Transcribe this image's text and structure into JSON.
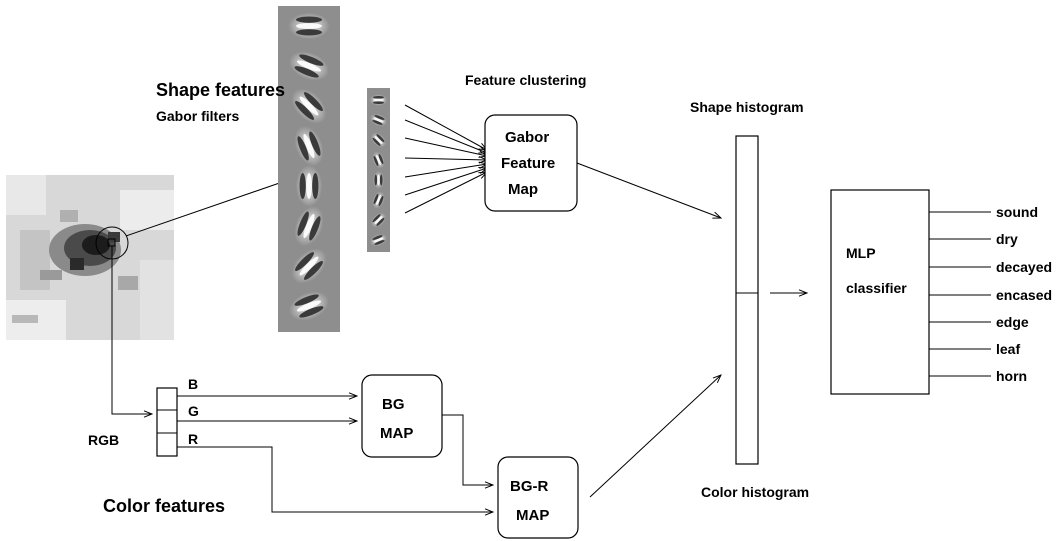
{
  "labels": {
    "shape_features": "Shape features",
    "gabor_filters": "Gabor filters",
    "feature_clustering": "Feature clustering",
    "shape_histogram": "Shape histogram",
    "color_histogram": "Color histogram",
    "color_features": "Color features",
    "rgb": "RGB",
    "channel_b": "B",
    "channel_g": "G",
    "channel_r": "R"
  },
  "gabor_map": {
    "line1": "Gabor",
    "line2": "Feature",
    "line3": "Map"
  },
  "bg_map": {
    "line1": "BG",
    "line2": "MAP"
  },
  "bgr_map": {
    "line1": "BG-R",
    "line2": "MAP"
  },
  "mlp": {
    "line1": "MLP",
    "line2": "classifier"
  },
  "outputs": [
    "sound",
    "dry",
    "decayed",
    "encased",
    "edge",
    "leaf",
    "horn"
  ],
  "colors": {
    "line": "#000000",
    "filter_strip": "#8e8e8e",
    "background": "#ffffff"
  }
}
